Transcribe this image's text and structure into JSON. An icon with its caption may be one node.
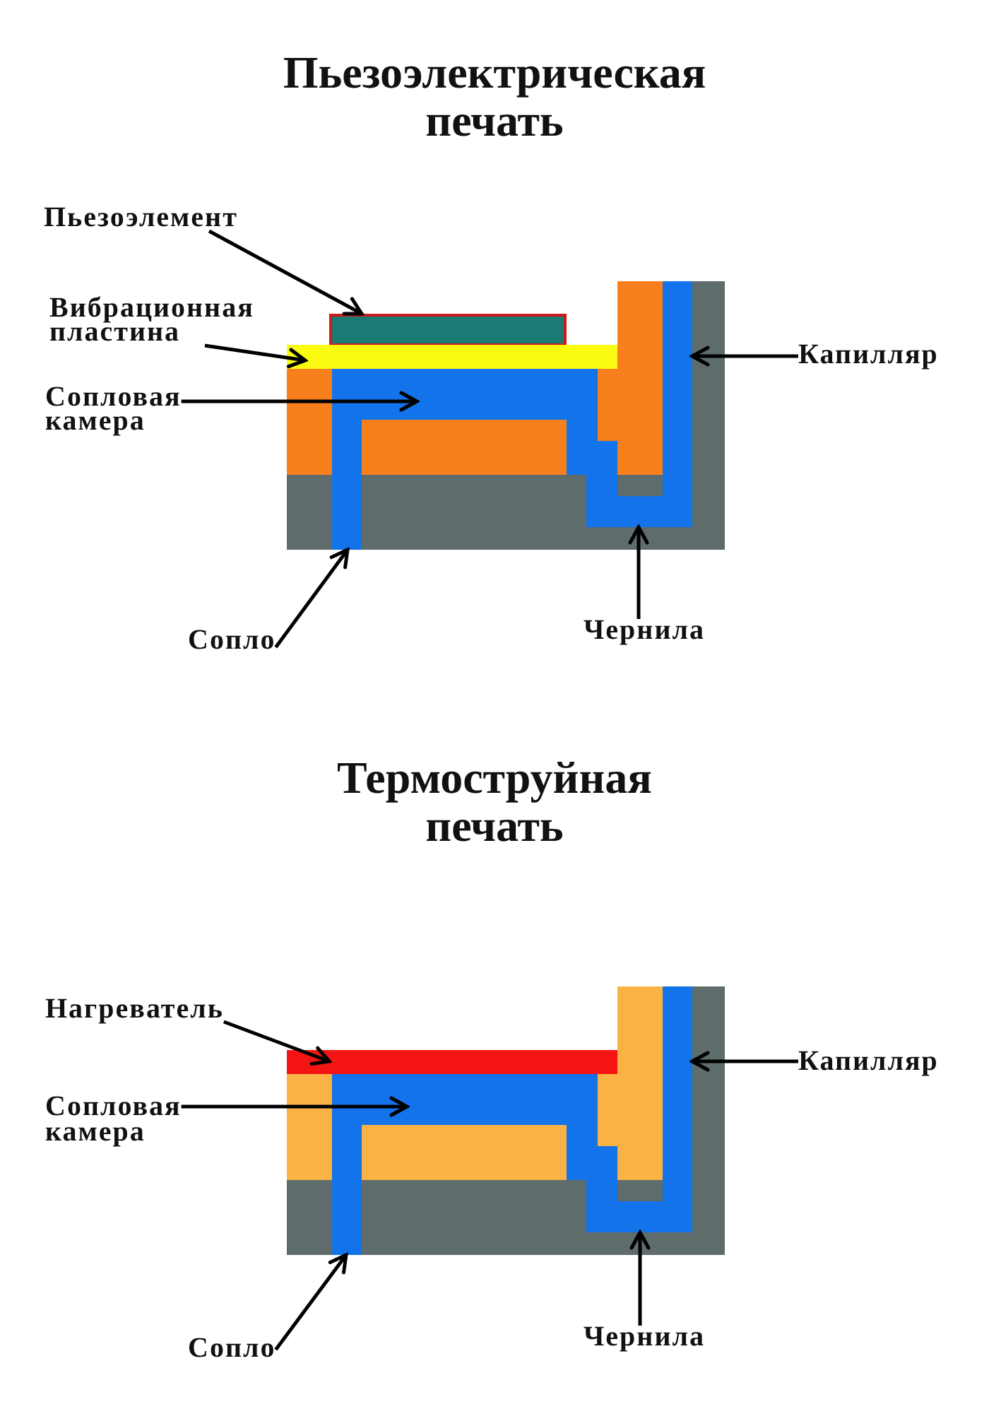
{
  "diagram": {
    "nodes": [
      {
        "text": [
          "Пьезоэлемент"
        ]
      },
      {
        "text": [
          "Вибрационная пластина"
        ]
      },
      {
        "text": [
          "Сопловая камера"
        ]
      },
      {
        "text": [
          "Сопло"
        ]
      },
      {
        "text": [
          "Капилляр"
        ]
      },
      {
        "text": [
          "Чернила"
        ]
      },
      {
        "text": [],
        "shape": "box"
      },
      {
        "text": [],
        "shape": "box"
      },
      {
        "text": [],
        "shape": "box"
      },
      {
        "text": [],
        "shape": "box"
      },
      {
        "text": [],
        "shape": "box"
      },
      {
        "text": [],
        "shape": "box"
      },
      {
        "text": [
          "Нагреватель"
        ]
      },
      {
        "text": [
          "Сопловая камера"
        ]
      },
      {
        "text": [
          "Сопло"
        ]
      },
      {
        "text": [
          "Капилляр"
        ]
      },
      {
        "text": [
          "Чернила"
        ]
      },
      {
        "text": [],
        "shape": "box"
      },
      {
        "text": [],
        "shape": "box"
      },
      {
        "text": [],
        "shape": "box"
      },
      {
        "text": [],
        "shape": "box"
      },
      {
        "text": [],
        "shape": "box"
      }
    ],
    "edges": [
      {
        "from": 0,
        "to": 6,
        "arrow": "to"
      },
      {
        "from": 1,
        "to": 7,
        "arrow": "to"
      },
      {
        "from": 2,
        "to": 8,
        "arrow": "to"
      },
      {
        "from": 3,
        "to": 9,
        "arrow": "to"
      },
      {
        "from": 4,
        "to": 10,
        "arrow": "to"
      },
      {
        "from": 5,
        "to": 11,
        "arrow": "to"
      },
      {
        "from": 12,
        "to": 17,
        "arrow": "to"
      },
      {
        "from": 13,
        "to": 18,
        "arrow": "to"
      },
      {
        "from": 14,
        "to": 19,
        "arrow": "to"
      },
      {
        "from": 15,
        "to": 20,
        "arrow": "to"
      },
      {
        "from": 16,
        "to": 21,
        "arrow": "to"
      }
    ],
    "labels": [
      "Пьезоэлектрическая печать",
      "Термоструйная печать"
    ]
  }
}
